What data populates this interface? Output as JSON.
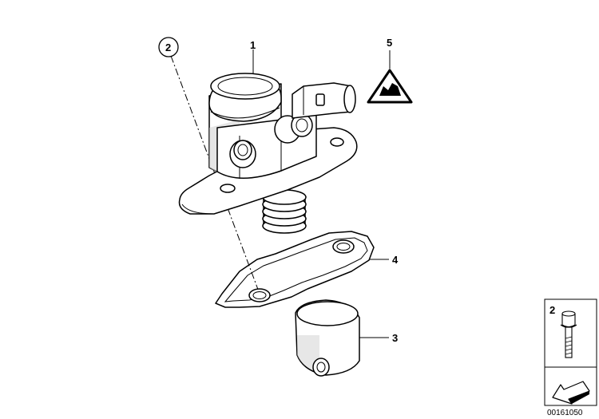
{
  "callouts": {
    "part1": "1",
    "part2": "2",
    "part3": "3",
    "part4": "4",
    "part5": "5"
  },
  "inset": {
    "bolt_label": "2"
  },
  "footer": {
    "drawing_number": "00161050"
  },
  "icons": {
    "warning": "electrostatic-warning-triangle-icon",
    "arrow": "direction-arrow-icon"
  }
}
